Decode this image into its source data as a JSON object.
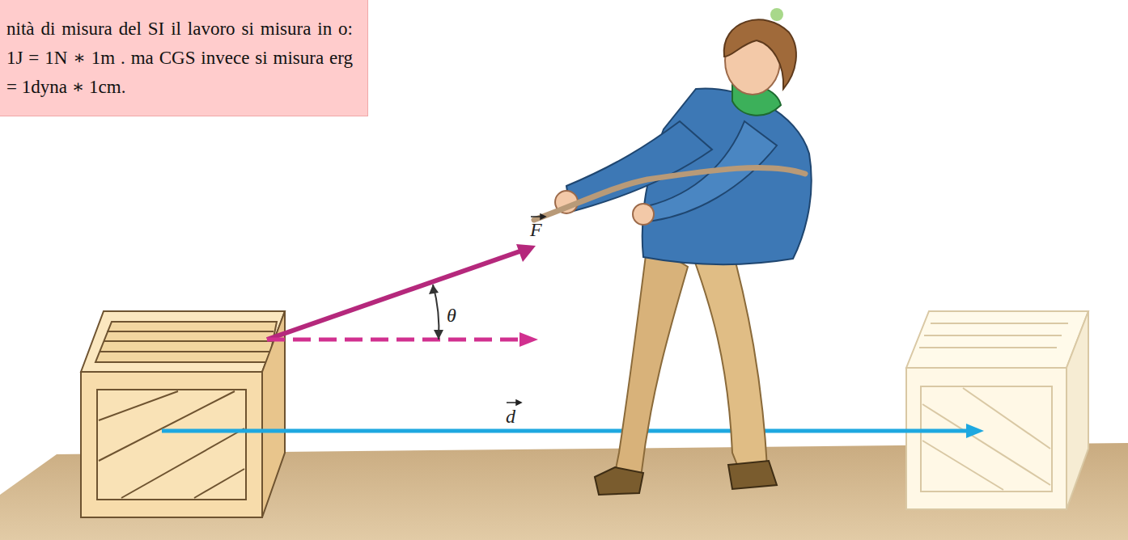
{
  "diagram": {
    "nodes": [
      {
        "text": [
          "nità di misura del SI il lavoro si misura in o: 1J = 1N ∗ 1m . ma CGS invece si misura erg = 1dyna ∗ 1cm."
        ]
      }
    ],
    "labels": [
      "F",
      "θ",
      "d"
    ]
  }
}
